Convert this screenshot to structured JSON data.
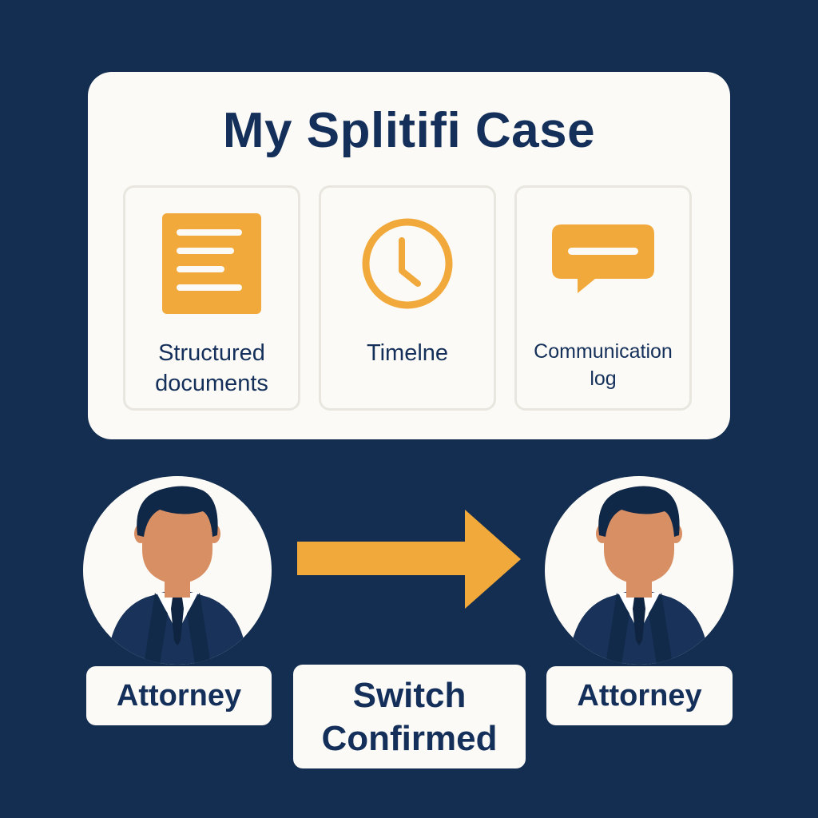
{
  "case": {
    "title": "My Splitifi Case",
    "features": [
      {
        "label_line1": "Structured",
        "label_line2": "documents",
        "icon": "document-icon"
      },
      {
        "label_line1": "Timelne",
        "label_line2": "",
        "icon": "clock-icon"
      },
      {
        "label_line1": "Communication",
        "label_line2": "log",
        "icon": "chat-bubble-icon"
      }
    ]
  },
  "transfer": {
    "from_label": "Attorney",
    "status_line1": "Switch",
    "status_line2": "Confirmed",
    "to_label": "Attorney"
  },
  "colors": {
    "background": "#132e50",
    "card": "#fcfaf6",
    "accent": "#f2a93b",
    "text": "#14305a"
  }
}
